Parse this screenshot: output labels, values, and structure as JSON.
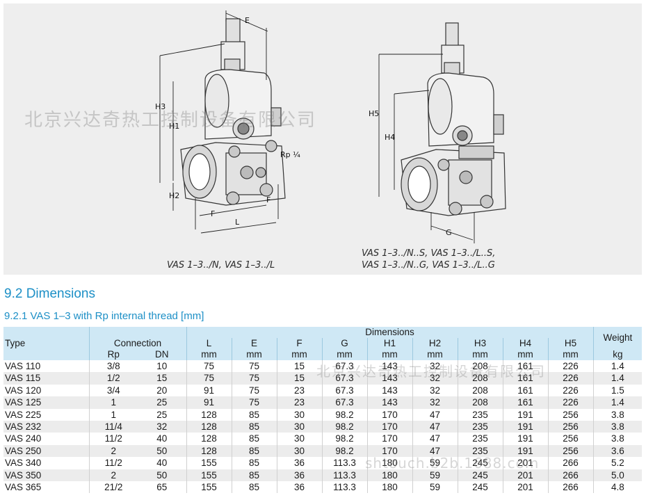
{
  "figure": {
    "caption_left": "VAS 1–3../N, VAS 1–3../L",
    "caption_right_line1": "VAS 1–3../N..S, VAS 1–3../L..S,",
    "caption_right_line2": "VAS 1–3../N..G, VAS 1–3../L..G",
    "dim_labels": {
      "E": "E",
      "H3": "H3",
      "H1": "H1",
      "H2": "H2",
      "Rp": "Rp ¼",
      "F_left": "F",
      "F_right": "F",
      "L": "L",
      "H5": "H5",
      "H4": "H4",
      "G": "G"
    }
  },
  "watermark": {
    "top": "北京兴达奇热工控制设备有限公司",
    "table": "北京兴达奇热工控制设备有限公司",
    "table2": "shtouch.b2b.1688.com"
  },
  "section": {
    "title": "9.2 Dimensions",
    "subtitle": "9.2.1 VAS 1–3 with Rp internal thread [mm]"
  },
  "table": {
    "header": {
      "type": "Type",
      "connection": "Connection",
      "dimensions": "Dimensions",
      "weight": "Weight",
      "columns": [
        {
          "label": "Rp",
          "unit": ""
        },
        {
          "label": "DN",
          "unit": ""
        },
        {
          "label": "L",
          "unit": "mm"
        },
        {
          "label": "E",
          "unit": "mm"
        },
        {
          "label": "F",
          "unit": "mm"
        },
        {
          "label": "G",
          "unit": "mm"
        },
        {
          "label": "H1",
          "unit": "mm"
        },
        {
          "label": "H2",
          "unit": "mm"
        },
        {
          "label": "H3",
          "unit": "mm"
        },
        {
          "label": "H4",
          "unit": "mm"
        },
        {
          "label": "H5",
          "unit": "mm"
        },
        {
          "label": "",
          "unit": "kg"
        }
      ]
    },
    "rows": [
      [
        "VAS 110",
        "3/8",
        "10",
        "75",
        "75",
        "15",
        "67.3",
        "143",
        "32",
        "208",
        "161",
        "226",
        "1.4"
      ],
      [
        "VAS 115",
        "1/2",
        "15",
        "75",
        "75",
        "15",
        "67.3",
        "143",
        "32",
        "208",
        "161",
        "226",
        "1.4"
      ],
      [
        "VAS 120",
        "3/4",
        "20",
        "91",
        "75",
        "23",
        "67.3",
        "143",
        "32",
        "208",
        "161",
        "226",
        "1.5"
      ],
      [
        "VAS 125",
        "1",
        "25",
        "91",
        "75",
        "23",
        "67.3",
        "143",
        "32",
        "208",
        "161",
        "226",
        "1.4"
      ],
      [
        "VAS 225",
        "1",
        "25",
        "128",
        "85",
        "30",
        "98.2",
        "170",
        "47",
        "235",
        "191",
        "256",
        "3.8"
      ],
      [
        "VAS 232",
        "11/4",
        "32",
        "128",
        "85",
        "30",
        "98.2",
        "170",
        "47",
        "235",
        "191",
        "256",
        "3.8"
      ],
      [
        "VAS 240",
        "11/2",
        "40",
        "128",
        "85",
        "30",
        "98.2",
        "170",
        "47",
        "235",
        "191",
        "256",
        "3.8"
      ],
      [
        "VAS 250",
        "2",
        "50",
        "128",
        "85",
        "30",
        "98.2",
        "170",
        "47",
        "235",
        "191",
        "256",
        "3.6"
      ],
      [
        "VAS 340",
        "11/2",
        "40",
        "155",
        "85",
        "36",
        "113.3",
        "180",
        "59",
        "245",
        "201",
        "266",
        "5.2"
      ],
      [
        "VAS 350",
        "2",
        "50",
        "155",
        "85",
        "36",
        "113.3",
        "180",
        "59",
        "245",
        "201",
        "266",
        "5.0"
      ],
      [
        "VAS 365",
        "21/2",
        "65",
        "155",
        "85",
        "36",
        "113.3",
        "180",
        "59",
        "245",
        "201",
        "266",
        "4.8"
      ]
    ]
  }
}
